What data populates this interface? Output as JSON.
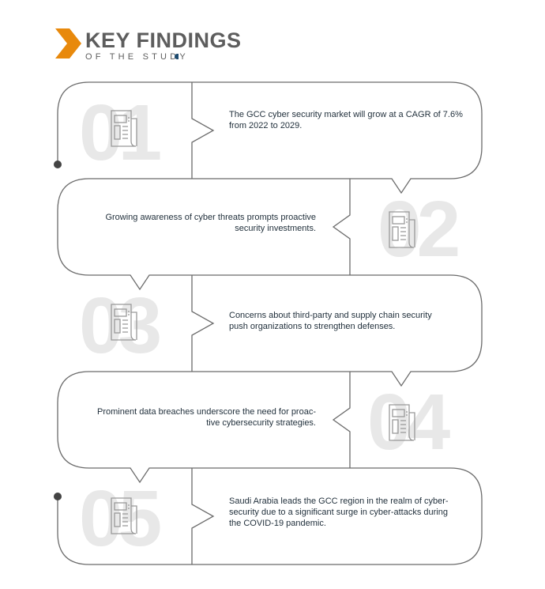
{
  "header": {
    "title": "KEY FINDINGS",
    "subtitle": "OF THE STUDY",
    "accent_color": "#e8890c"
  },
  "findings": [
    {
      "number": "01",
      "icon": "newspaper-icon",
      "lines": [
        "The GCC cyber security market will grow at a CAGR of 7.6%",
        "from 2022 to 2029."
      ]
    },
    {
      "number": "02",
      "icon": "newspaper-icon",
      "lines": [
        "Growing awareness of cyber threats prompts proactive",
        "security investments."
      ]
    },
    {
      "number": "03",
      "icon": "newspaper-icon",
      "lines": [
        "Concerns about third-party and supply chain security",
        "push organizations to strengthen defenses."
      ]
    },
    {
      "number": "04",
      "icon": "newspaper-icon",
      "lines": [
        "Prominent data breaches underscore the need for proac-",
        "tive cybersecurity strategies."
      ]
    },
    {
      "number": "05",
      "icon": "newspaper-icon",
      "lines": [
        "Saudi Arabia leads the GCC region in the realm of cyber-",
        "security due to a significant surge in cyber-attacks during",
        "the COVID-19 pandemic."
      ]
    }
  ]
}
